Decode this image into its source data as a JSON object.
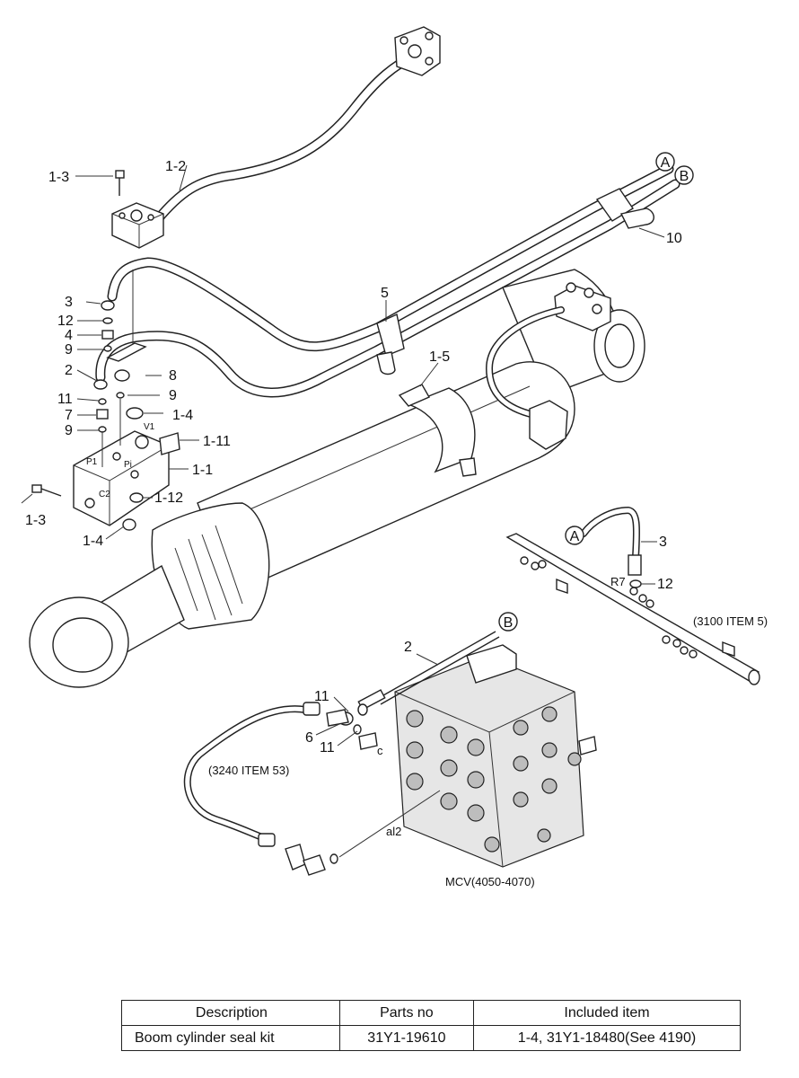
{
  "callouts": {
    "c_1_3_top": "1-3",
    "c_1_2": "1-2",
    "c_3_left": "3",
    "c_12_left": "12",
    "c_4_left": "4",
    "c_9_a": "9",
    "c_2_left": "2",
    "c_11_left": "11",
    "c_7": "7",
    "c_9_b": "9",
    "c_8": "8",
    "c_9_c": "9",
    "c_1_4_a": "1-4",
    "c_1_11": "1-11",
    "c_1_1": "1-1",
    "c_1_12": "1-12",
    "c_1_3_bottom": "1-3",
    "c_1_4_b": "1-4",
    "c_5": "5",
    "c_1_5": "1-5",
    "c_10": "10",
    "c_3_right": "3",
    "c_12_right": "12",
    "c_2_bottom": "2",
    "c_11_a": "11",
    "c_6": "6",
    "c_11_b": "11"
  },
  "connectors": {
    "a_top": "A",
    "b_top": "B",
    "a_right": "A",
    "b_bottom": "B"
  },
  "notes": {
    "ref_3100": "(3100 ITEM 5)",
    "ref_3240": "(3240 ITEM 53)",
    "mcv": "MCV(4050-4070)",
    "port_r7": "R7",
    "port_c": "c",
    "port_al2": "al2",
    "block_p1": "P1",
    "block_v1": "V1",
    "block_c2": "C2",
    "block_pi": "Pi"
  },
  "table": {
    "headers": [
      "Description",
      "Parts no",
      "Included item"
    ],
    "rows": [
      [
        "Boom cylinder seal kit",
        "31Y1-19610",
        "1-4, 31Y1-18480(See 4190)"
      ]
    ]
  }
}
